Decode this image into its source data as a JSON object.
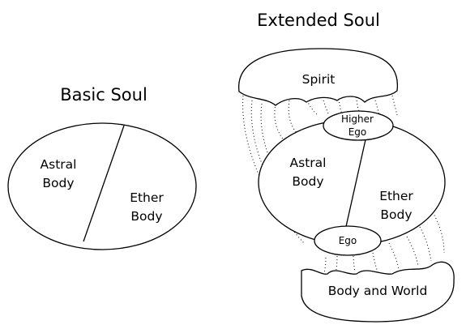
{
  "basic": {
    "title": "Basic Soul",
    "astral": [
      "Astral",
      "Body"
    ],
    "ether": [
      "Ether",
      "Body"
    ]
  },
  "extended": {
    "title": "Extended Soul",
    "spirit": "Spirit",
    "higher_ego": [
      "Higher",
      "Ego"
    ],
    "astral": [
      "Astral",
      "Body"
    ],
    "ether": [
      "Ether",
      "Body"
    ],
    "ego": "Ego",
    "body_world": "Body and World"
  }
}
